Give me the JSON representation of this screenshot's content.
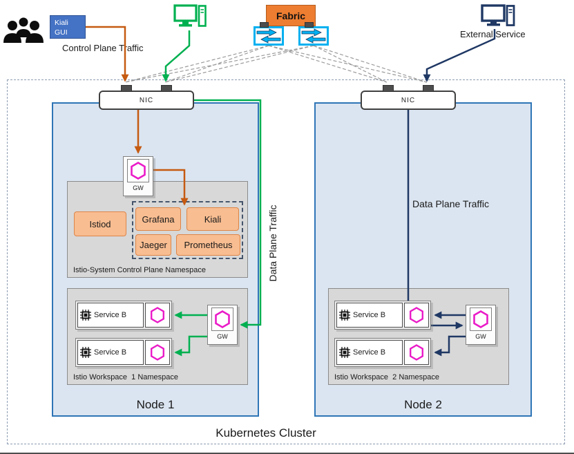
{
  "colors": {
    "control_plane_orange": "#c55a11",
    "data_plane_green": "#00b050",
    "data_plane_navy": "#1f3864",
    "fabric_orange": "#ed7d31",
    "component_fill": "#f8bd91",
    "node_fill": "#dbe5f1",
    "node_border": "#2e75b6",
    "namespace_gray": "#d8d8d8",
    "kiali_gui_blue": "#4472c4",
    "switch_cyan": "#00b0f0",
    "hexagon_magenta": "#ea1bc8",
    "fabric_link_gray": "#9b9b9b"
  },
  "icons": {
    "users-icon": "silhouette-group",
    "client-computer-icon": "desktop-computer",
    "external-computer-icon": "desktop-computer",
    "network-switch-icon": "bidirectional-arrows-box",
    "nic-port-icon": "connector-tab",
    "gateway-hexagon-icon": "hexagon-outline",
    "sidecar-hexagon-icon": "hexagon-outline",
    "service-chip-icon": "microchip"
  },
  "external": {
    "kiali_gui_label": "Kiali GUI",
    "control_plane_traffic_label": "Control Plane Traffic",
    "fabric_label": "Fabric",
    "external_service_label": "External Service"
  },
  "cluster": {
    "label": "Kubernetes Cluster",
    "node1": {
      "label": "Node 1",
      "nic_label": "NIC",
      "data_plane_traffic_label": "Data Plane Traffic",
      "ingress_gateway": {
        "label": "GW"
      },
      "control_plane_namespace": {
        "label": "Istio-System Control Plane Namespace",
        "istiod_label": "Istiod",
        "addons": [
          {
            "label": "Grafana"
          },
          {
            "label": "Kiali"
          },
          {
            "label": "Jaeger"
          },
          {
            "label": "Prometheus"
          }
        ]
      },
      "workspace_namespace": {
        "label": "Istio Workspace  1 Namespace",
        "services": [
          {
            "label": "Service B"
          },
          {
            "label": "Service B"
          }
        ],
        "gateway": {
          "label": "GW"
        }
      }
    },
    "node2": {
      "label": "Node 2",
      "nic_label": "NIC",
      "data_plane_traffic_label": "Data Plane Traffic",
      "workspace_namespace": {
        "label": "Istio Workspace  2 Namespace",
        "services": [
          {
            "label": "Service B"
          },
          {
            "label": "Service B"
          }
        ],
        "gateway": {
          "label": "GW"
        }
      }
    }
  }
}
